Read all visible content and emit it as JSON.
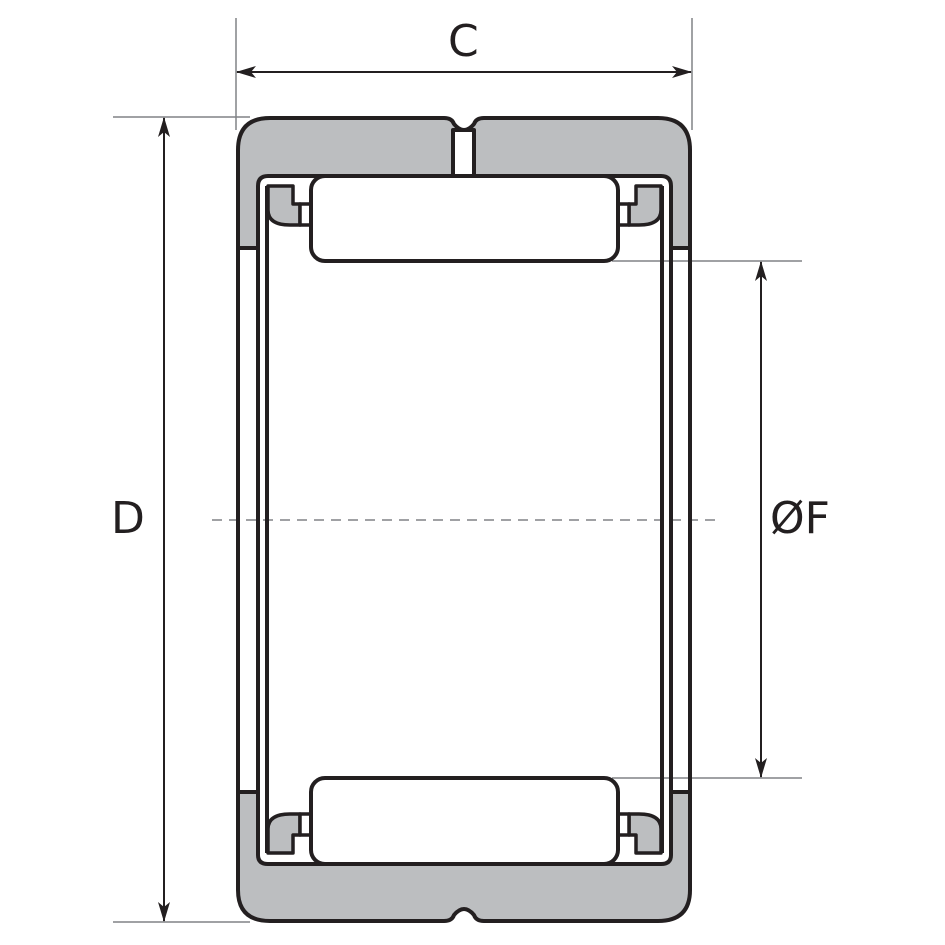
{
  "diagram": {
    "subject": "drawn cup needle roller bearing cross-section",
    "labels": {
      "width": "C",
      "outer_diameter": "D",
      "inner_diameter": "ØF"
    },
    "colors": {
      "outline": "#231f20",
      "fill_gray": "#bcbec0",
      "dimension_line": "#808285",
      "background": "#ffffff"
    }
  }
}
